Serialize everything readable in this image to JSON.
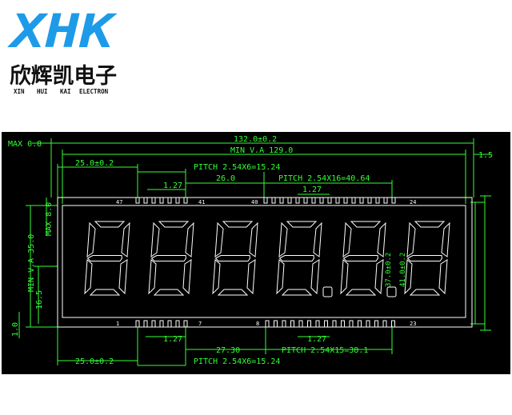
{
  "brand": {
    "logo_text": "XHK",
    "company_cn": "欣辉凯电子",
    "company_en": [
      "XIN",
      "HUI",
      "KAI",
      "ELECTRON"
    ],
    "colors": {
      "logo_blue": "#1e9be8",
      "text_black": "#111111"
    }
  },
  "drawing": {
    "colors": {
      "dimension": "#33ff33",
      "outline": "#ffffff",
      "background": "#000000"
    },
    "digit_count": 6,
    "dimensions": {
      "max_top": "MAX 0.8",
      "overall_width": "132.0±0.2",
      "min_va_width": "MIN V.A 129.0",
      "right_margin": "1.5",
      "top_left_pin_offset": "25.0±0.2",
      "top_pitch_group1": "PITCH  2.54X6=15.24",
      "top_pin_spacing1": "1.27",
      "top_offset2": "26.0",
      "top_pitch_group2": "PITCH  2.54X16=40.64",
      "top_pin_spacing2": "1.27",
      "max_8": "MAX 8.0",
      "min_va_height": "MIN V.A 35.0",
      "left_16_5": "16.5",
      "left_1_0": "1.0",
      "right_height_inner": "37.0±0.2",
      "right_height_outer": "41.0±0.2",
      "bottom_pin_spacing1": "1.27",
      "bottom_pin_spacing2": "1.27",
      "bottom_offset": "27.30",
      "bottom_pitch_group2": "PITCH  2.54X15=38.1",
      "bottom_left_pin_offset": "25.0±0.2",
      "bottom_pitch_group1": "PITCH  2.54X6=15.24"
    },
    "pins": {
      "top_47": "47",
      "top_41": "41",
      "top_40": "40",
      "top_24": "24",
      "bottom_1": "1",
      "bottom_7": "7",
      "bottom_8": "8",
      "bottom_23": "23"
    }
  }
}
